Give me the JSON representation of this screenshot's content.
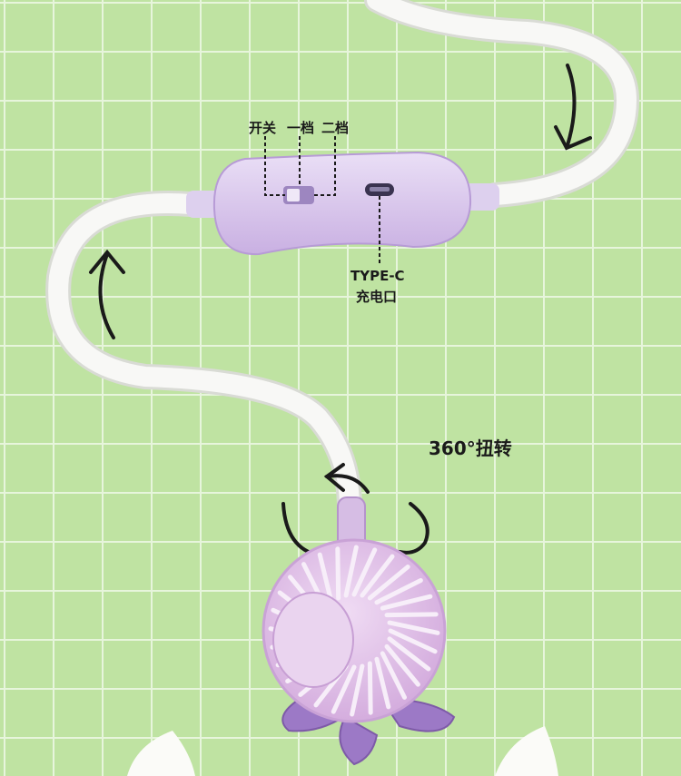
{
  "labels": {
    "power": "开关",
    "gear1": "一档",
    "gear2": "二档",
    "port_type": "TYPE-C",
    "port_desc": "充电口",
    "rotate": "360°扭转"
  },
  "colors": {
    "background": "#bfe3a2",
    "grid": "#e7f5dc",
    "cable": "#f8f8f6",
    "housing": "#dccaf0",
    "fan": "#e3c7ea",
    "accent": "#9c79c6",
    "ink": "#1a1a1a"
  }
}
